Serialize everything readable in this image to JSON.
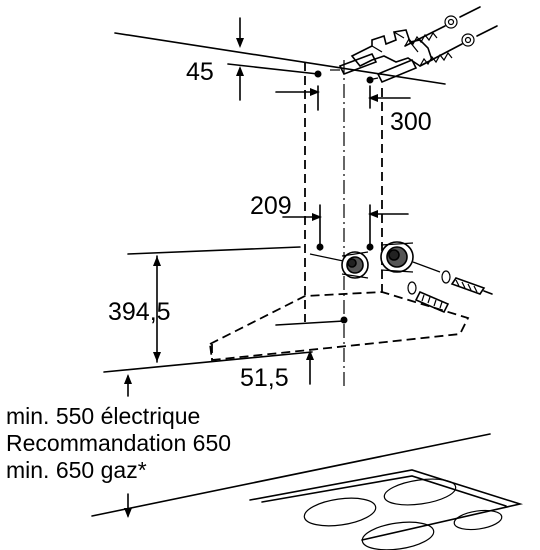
{
  "dimensions": {
    "top_offset": "45",
    "screw_spacing_top": "300",
    "screw_spacing_mid": "209",
    "mid_height": "394,5",
    "bottom_offset": "51,5"
  },
  "notes": {
    "line1": "min. 550 électrique",
    "line2": "Recommandation 650",
    "line3": "min. 650 gaz*"
  },
  "icons": {
    "wall_plug": "wall-plug-icon",
    "screw": "screw-icon",
    "bracket": "mounting-bracket-icon",
    "cooktop": "cooktop-icon"
  }
}
